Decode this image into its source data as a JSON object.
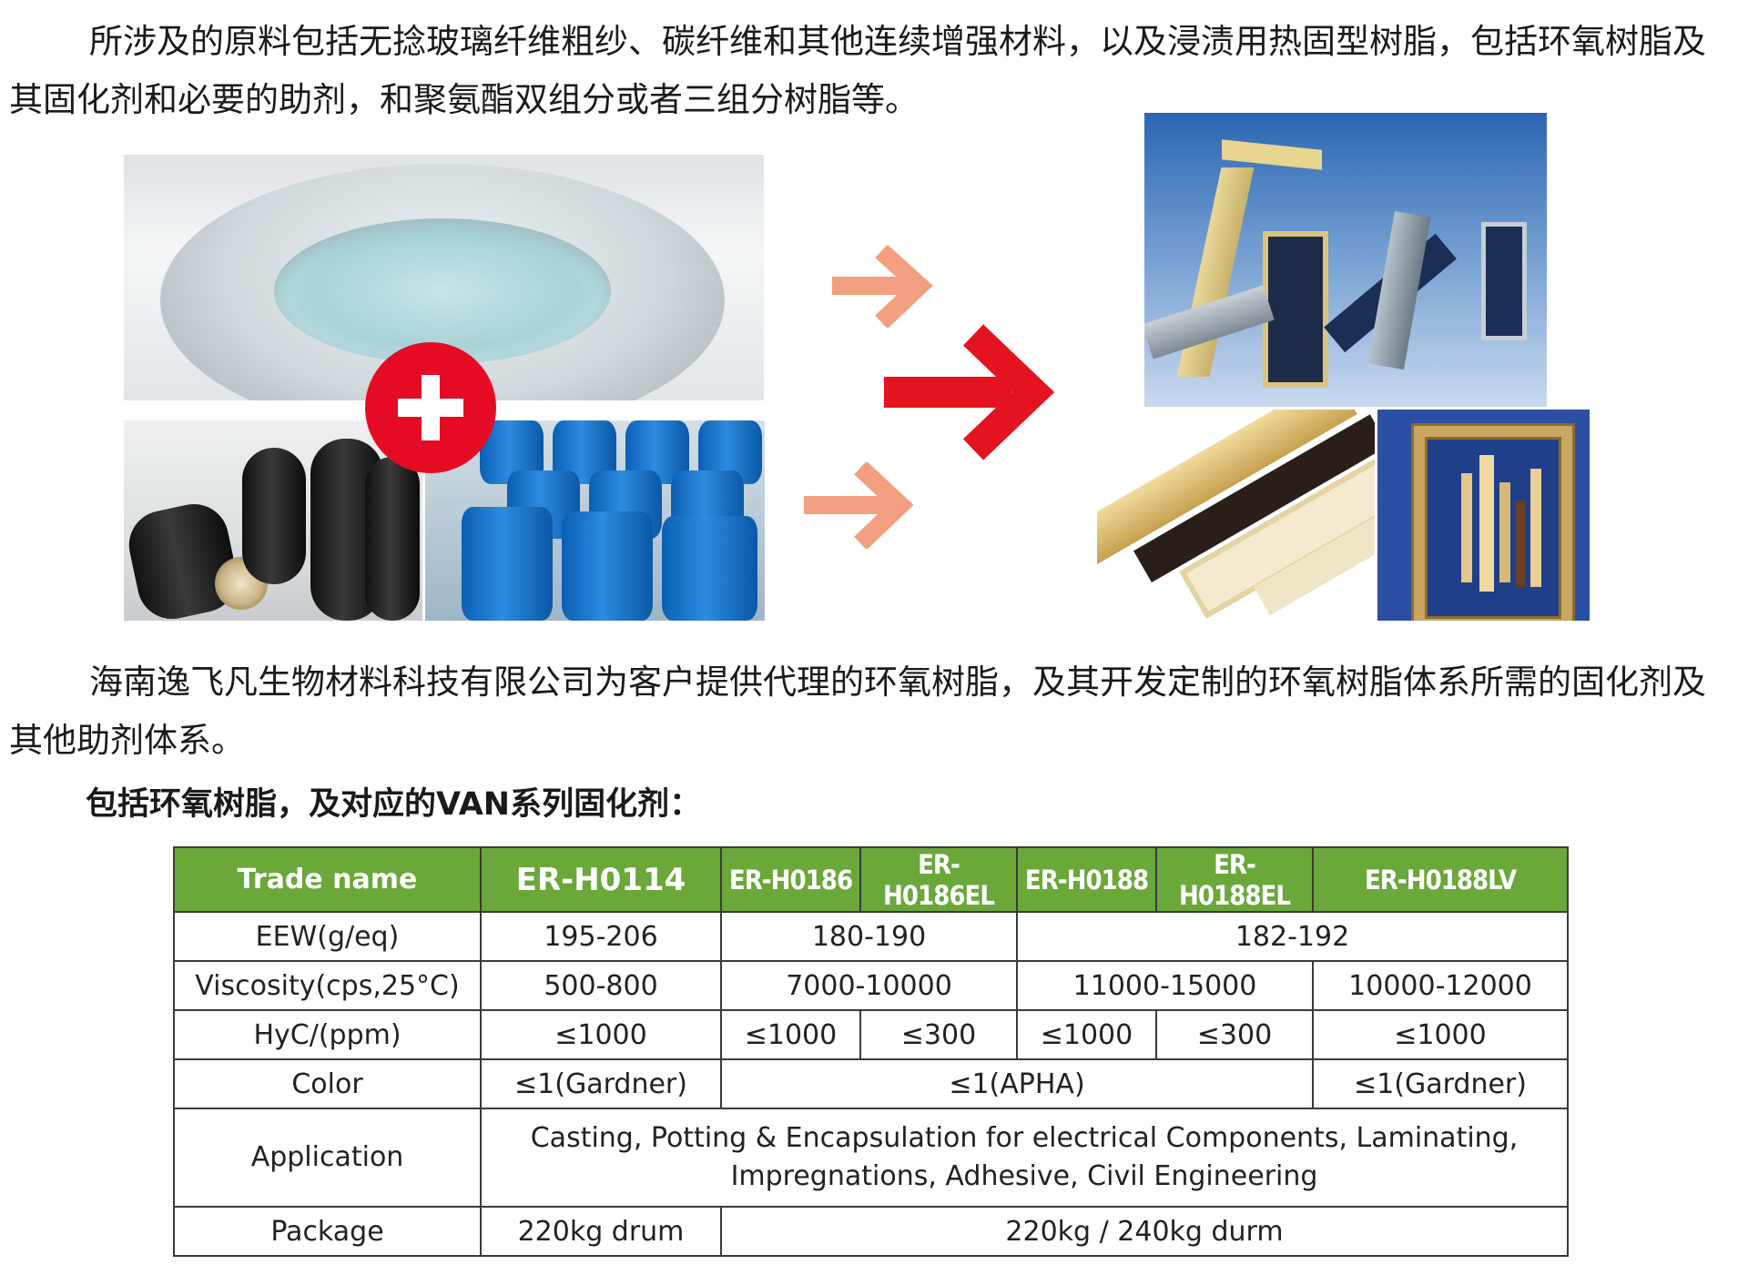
{
  "intro_paragraph": "所涉及的原料包括无捻玻璃纤维粗纱、碳纤维和其他连续增强材料，以及浸渍用热固型树脂，包括环氧树脂及其固化剂和必要的助剂，和聚氨酯双组分或者三组分树脂等。",
  "company_paragraph": "海南逸飞凡生物材料科技有限公司为客户提供代理的环氧树脂，及其开发定制的环氧树脂体系所需的固化剂及其他助剂体系。",
  "table_heading": "包括环氧树脂，及对应的VAN系列固化剂：",
  "colors": {
    "header_green": "#6aa83a",
    "plus_red": "#e60b24",
    "arrow_red": "#e3141f",
    "arrow_salmon": "#f2a07f"
  },
  "icons": [
    "plus-icon",
    "arrow-right-icon"
  ],
  "table": {
    "headers": [
      "Trade name",
      "ER-H0114",
      "ER-H0186",
      "ER-H0186EL",
      "ER-H0188",
      "ER-H0188EL",
      "ER-H0188LV"
    ],
    "eew": {
      "label": "EEW(g/eq)",
      "h0114": "195-206",
      "h0186_group": "180-190",
      "h0188_group": "182-192"
    },
    "viscosity": {
      "label": "Viscosity(cps,25°C)",
      "h0114": "500-800",
      "h0186_group": "7000-10000",
      "h0188_pair": "11000-15000",
      "h0188lv": "10000-12000"
    },
    "hyc": {
      "label": "HyC/(ppm)",
      "h0114": "≤1000",
      "h0186": "≤1000",
      "h0186el": "≤300",
      "h0188": "≤1000",
      "h0188el": "≤300",
      "h0188lv": "≤1000"
    },
    "color": {
      "label": "Color",
      "h0114": "≤1(Gardner)",
      "middle": "≤1(APHA)",
      "h0188lv": "≤1(Gardner)"
    },
    "application": {
      "label": "Application",
      "line1": "Casting, Potting & Encapsulation for electrical Components, Laminating,",
      "line2": "Impregnations, Adhesive, Civil Engineering"
    },
    "package": {
      "label": "Package",
      "h0114": "220kg drum",
      "others": "220kg / 240kg durm"
    }
  }
}
